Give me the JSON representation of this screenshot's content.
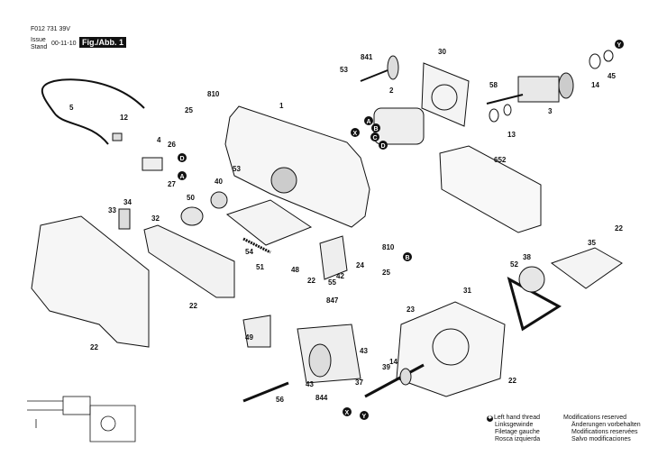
{
  "header": {
    "code": "F012 731 39V",
    "issue_label": "Issue",
    "stand_label": "Stand",
    "date": "00-11-10",
    "fig": "Fig./Abb. 1"
  },
  "parts": [
    {
      "id": "p-841",
      "label": "841"
    },
    {
      "id": "p-30",
      "label": "30"
    },
    {
      "id": "p-53a",
      "label": "53"
    },
    {
      "id": "p-810a",
      "label": "810"
    },
    {
      "id": "p-1",
      "label": "1"
    },
    {
      "id": "p-2",
      "label": "2"
    },
    {
      "id": "p-58",
      "label": "58"
    },
    {
      "id": "p-3",
      "label": "3"
    },
    {
      "id": "p-14a",
      "label": "14"
    },
    {
      "id": "p-45",
      "label": "45"
    },
    {
      "id": "p-13",
      "label": "13"
    },
    {
      "id": "p-5",
      "label": "5"
    },
    {
      "id": "p-12",
      "label": "12"
    },
    {
      "id": "p-25a",
      "label": "25"
    },
    {
      "id": "p-26",
      "label": "26"
    },
    {
      "id": "p-4",
      "label": "4"
    },
    {
      "id": "p-27",
      "label": "27"
    },
    {
      "id": "p-652",
      "label": "652"
    },
    {
      "id": "p-53b",
      "label": "53"
    },
    {
      "id": "p-40",
      "label": "40"
    },
    {
      "id": "p-50",
      "label": "50"
    },
    {
      "id": "p-34",
      "label": "34"
    },
    {
      "id": "p-33",
      "label": "33"
    },
    {
      "id": "p-32",
      "label": "32"
    },
    {
      "id": "p-22a",
      "label": "22"
    },
    {
      "id": "p-35",
      "label": "35"
    },
    {
      "id": "p-810b",
      "label": "810"
    },
    {
      "id": "p-38",
      "label": "38"
    },
    {
      "id": "p-52",
      "label": "52"
    },
    {
      "id": "p-54",
      "label": "54"
    },
    {
      "id": "p-51",
      "label": "51"
    },
    {
      "id": "p-48",
      "label": "48"
    },
    {
      "id": "p-42",
      "label": "42"
    },
    {
      "id": "p-24",
      "label": "24"
    },
    {
      "id": "p-22b",
      "label": "22"
    },
    {
      "id": "p-55",
      "label": "55"
    },
    {
      "id": "p-25b",
      "label": "25"
    },
    {
      "id": "p-22c",
      "label": "22"
    },
    {
      "id": "p-847",
      "label": "847"
    },
    {
      "id": "p-31",
      "label": "31"
    },
    {
      "id": "p-23",
      "label": "23"
    },
    {
      "id": "p-49",
      "label": "49"
    },
    {
      "id": "p-22d",
      "label": "22"
    },
    {
      "id": "p-43a",
      "label": "43"
    },
    {
      "id": "p-39",
      "label": "39"
    },
    {
      "id": "p-14b",
      "label": "14"
    },
    {
      "id": "p-37",
      "label": "37"
    },
    {
      "id": "p-22e",
      "label": "22"
    },
    {
      "id": "p-56",
      "label": "56"
    },
    {
      "id": "p-43b",
      "label": "43"
    },
    {
      "id": "p-844",
      "label": "844"
    }
  ],
  "connectors": [
    "A",
    "B",
    "C",
    "D",
    "X",
    "Y"
  ],
  "legend": {
    "star": "✱",
    "col1": [
      "Left hand thread",
      "Linksgewinde",
      "Filetage gauche",
      "Rosca izquierda"
    ],
    "col2": [
      "Modifications reserved",
      "Änderungen vorbehalten",
      "Modifications reservées",
      "Salvo modificaciones"
    ]
  }
}
